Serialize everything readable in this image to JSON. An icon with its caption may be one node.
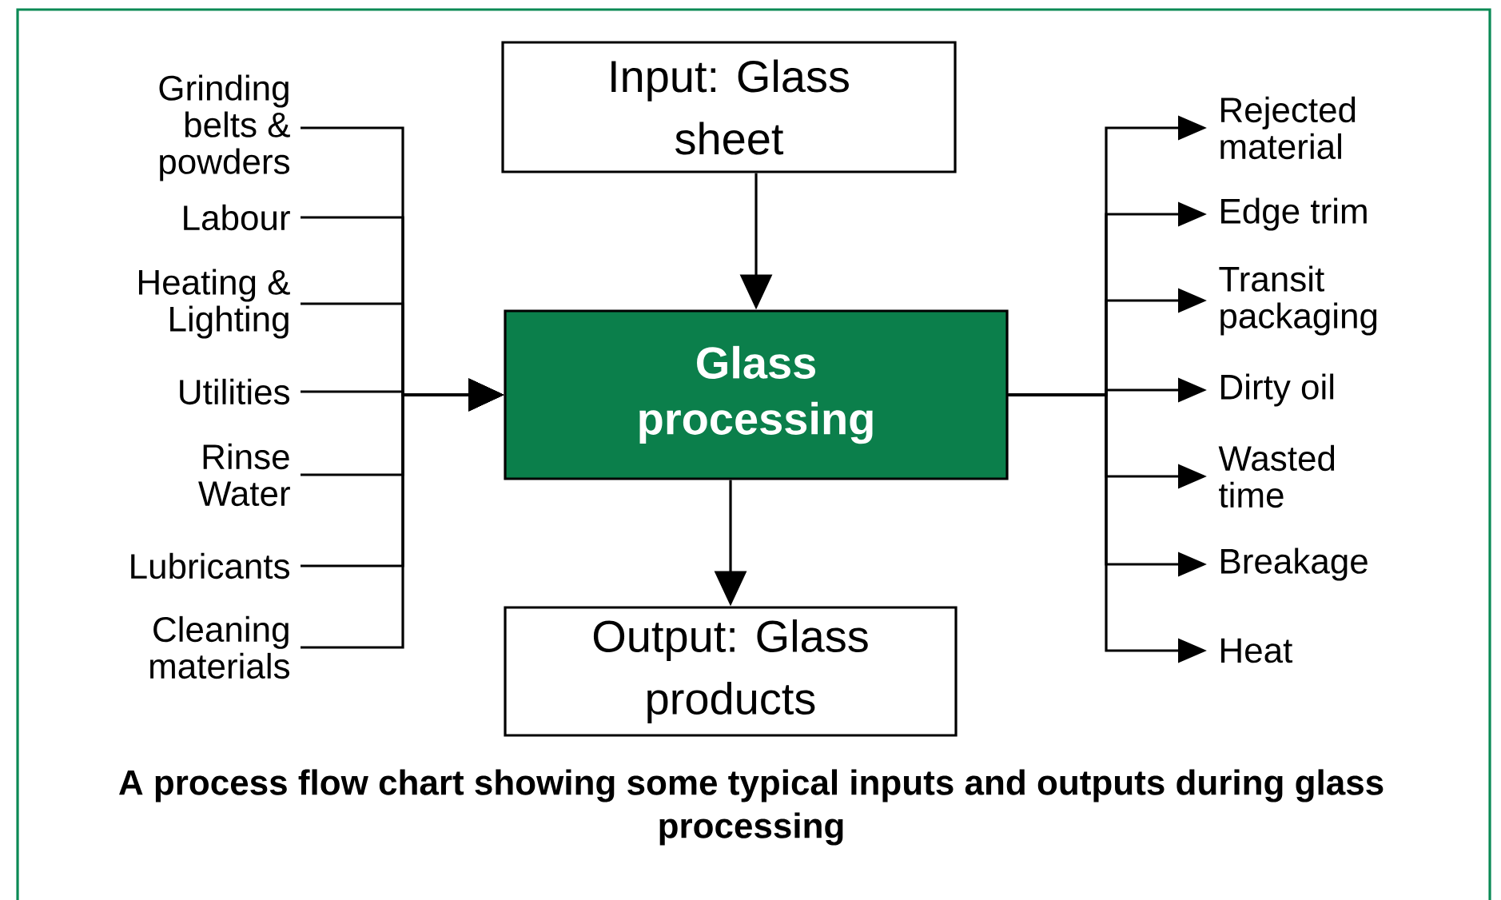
{
  "diagram": {
    "caption": "A process flow chart showing some typical inputs and outputs during glass processing",
    "nodes": [
      {
        "text": [
          "Input: Glass sheet"
        ]
      },
      {
        "text": [
          "Glass processing"
        ]
      },
      {
        "text": [
          "Output: Glass products"
        ]
      },
      {
        "text": [
          "Grinding belts & powders"
        ]
      },
      {
        "text": [
          "Labour"
        ]
      },
      {
        "text": [
          "Heating & Lighting"
        ]
      },
      {
        "text": [
          "Utilities"
        ]
      },
      {
        "text": [
          "Rinse Water"
        ]
      },
      {
        "text": [
          "Lubricants"
        ]
      },
      {
        "text": [
          "Cleaning materials"
        ]
      },
      {
        "text": [
          "Rejected material"
        ]
      },
      {
        "text": [
          "Edge trim"
        ]
      },
      {
        "text": [
          "Transit packaging"
        ]
      },
      {
        "text": [
          "Dirty oil"
        ]
      },
      {
        "text": [
          "Wasted time"
        ]
      },
      {
        "text": [
          "Breakage"
        ]
      },
      {
        "text": [
          "Heat"
        ]
      }
    ],
    "edges": [
      {
        "from": 0,
        "to": 1,
        "arrow": "to"
      },
      {
        "from": 1,
        "to": 2,
        "arrow": "to"
      },
      {
        "from": 3,
        "to": 1,
        "arrow": "to"
      },
      {
        "from": 4,
        "to": 1,
        "arrow": "to"
      },
      {
        "from": 5,
        "to": 1,
        "arrow": "to"
      },
      {
        "from": 6,
        "to": 1,
        "arrow": "to"
      },
      {
        "from": 7,
        "to": 1,
        "arrow": "to"
      },
      {
        "from": 8,
        "to": 1,
        "arrow": "to"
      },
      {
        "from": 9,
        "to": 1,
        "arrow": "to"
      },
      {
        "from": 1,
        "to": 10,
        "arrow": "to"
      },
      {
        "from": 1,
        "to": 11,
        "arrow": "to"
      },
      {
        "from": 1,
        "to": 12,
        "arrow": "to"
      },
      {
        "from": 1,
        "to": 13,
        "arrow": "to"
      },
      {
        "from": 1,
        "to": 14,
        "arrow": "to"
      },
      {
        "from": 1,
        "to": 15,
        "arrow": "to"
      },
      {
        "from": 1,
        "to": 16,
        "arrow": "to"
      }
    ]
  }
}
